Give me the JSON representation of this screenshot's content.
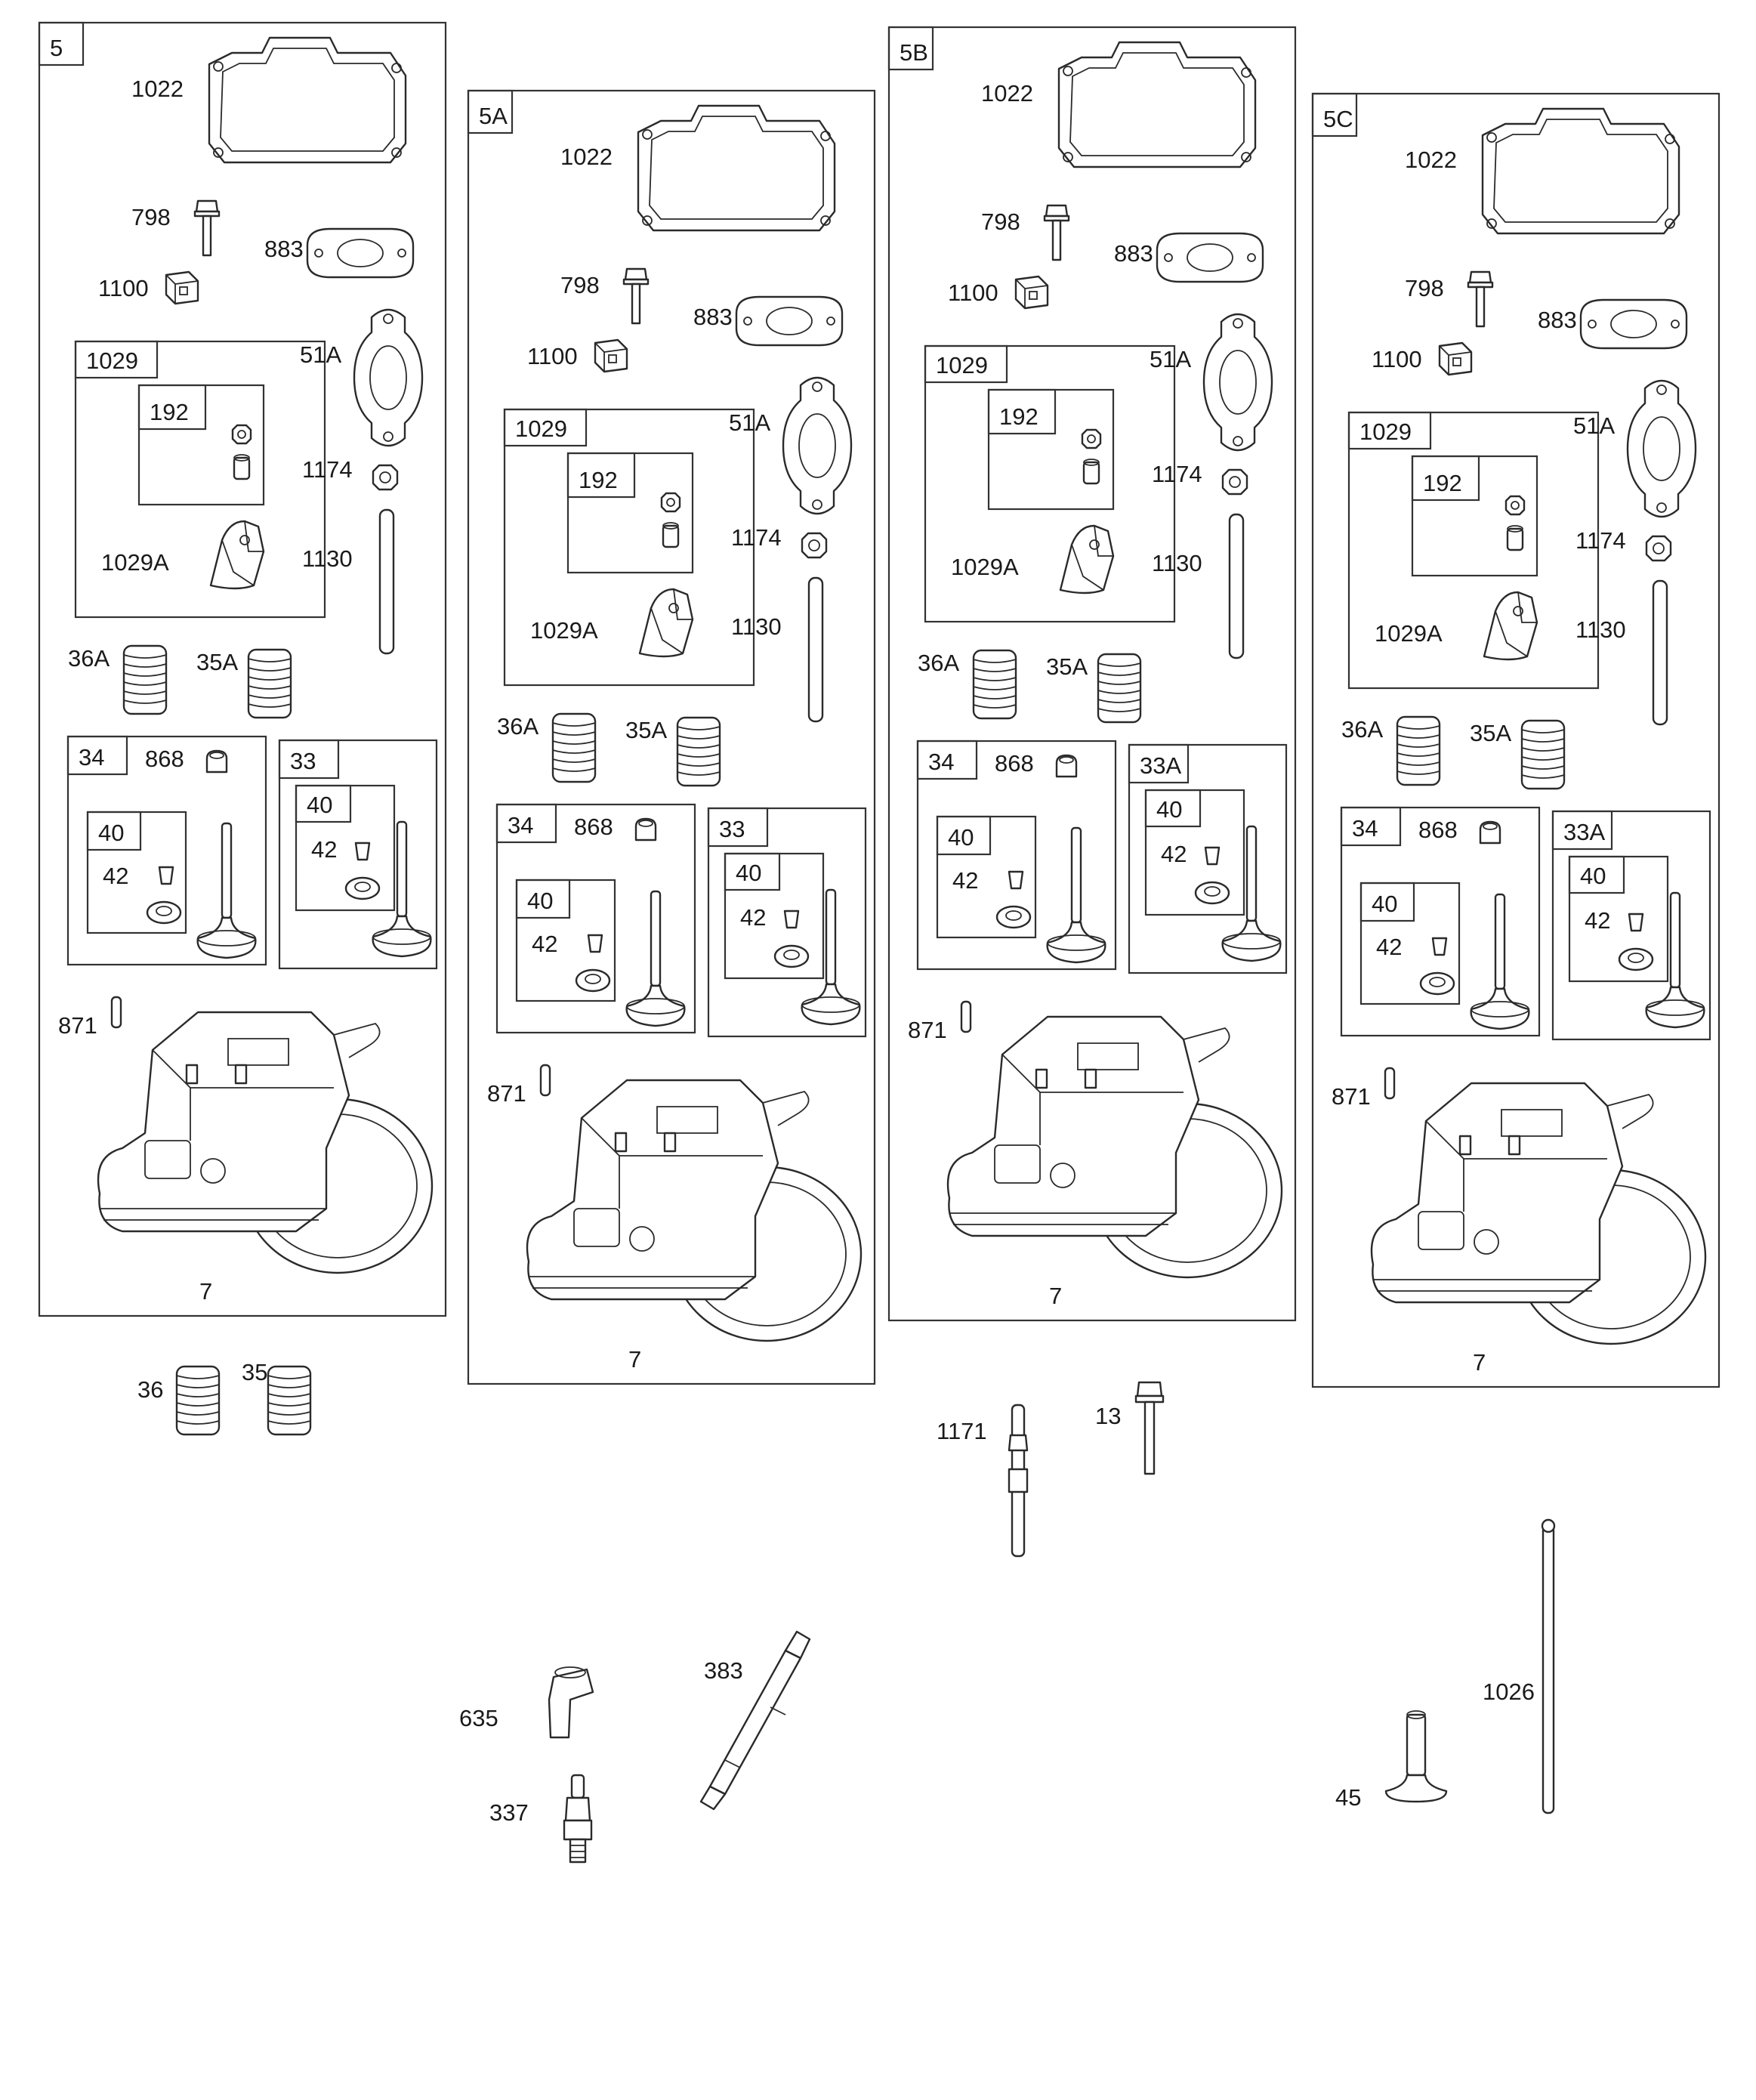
{
  "panels": [
    {
      "key": "5",
      "labels": {
        "gasket": "1022",
        "bolt": "798",
        "exhaust_gasket": "883",
        "guide": "1100",
        "rocker_kit": "1029",
        "nut_kit": "192",
        "rocker_arm": "1029A",
        "intake_gasket": "51A",
        "nut": "1174",
        "stud": "1130",
        "spring_a": "36A",
        "spring_b": "35A",
        "exhaust_valve_kit": "34",
        "seal": "868",
        "retainer_kit": "40",
        "keeper": "42",
        "intake_valve_kit": "33",
        "retainer_kit_2": "40",
        "keeper_2": "42",
        "pin": "871",
        "cylinder_head": "7"
      }
    },
    {
      "key": "5A",
      "labels": {
        "gasket": "1022",
        "bolt": "798",
        "exhaust_gasket": "883",
        "guide": "1100",
        "rocker_kit": "1029",
        "nut_kit": "192",
        "rocker_arm": "1029A",
        "intake_gasket": "51A",
        "nut": "1174",
        "stud": "1130",
        "spring_a": "36A",
        "spring_b": "35A",
        "exhaust_valve_kit": "34",
        "seal": "868",
        "retainer_kit": "40",
        "keeper": "42",
        "intake_valve_kit": "33",
        "retainer_kit_2": "40",
        "keeper_2": "42",
        "pin": "871",
        "cylinder_head": "7"
      }
    },
    {
      "key": "5B",
      "labels": {
        "gasket": "1022",
        "bolt": "798",
        "exhaust_gasket": "883",
        "guide": "1100",
        "rocker_kit": "1029",
        "nut_kit": "192",
        "rocker_arm": "1029A",
        "intake_gasket": "51A",
        "nut": "1174",
        "stud": "1130",
        "spring_a": "36A",
        "spring_b": "35A",
        "exhaust_valve_kit": "34",
        "seal": "868",
        "retainer_kit": "40",
        "keeper": "42",
        "intake_valve_kit": "33A",
        "retainer_kit_2": "40",
        "keeper_2": "42",
        "pin": "871",
        "cylinder_head": "7"
      }
    },
    {
      "key": "5C",
      "labels": {
        "gasket": "1022",
        "bolt": "798",
        "exhaust_gasket": "883",
        "guide": "1100",
        "rocker_kit": "1029",
        "nut_kit": "192",
        "rocker_arm": "1029A",
        "intake_gasket": "51A",
        "nut": "1174",
        "stud": "1130",
        "spring_a": "36A",
        "spring_b": "35A",
        "exhaust_valve_kit": "34",
        "seal": "868",
        "retainer_kit": "40",
        "keeper": "42",
        "intake_valve_kit": "33A",
        "retainer_kit_2": "40",
        "keeper_2": "42",
        "pin": "871",
        "cylinder_head": "7"
      }
    }
  ],
  "loose_parts": {
    "spring_36": "36",
    "spring_35": "35",
    "breather_tube": "1171",
    "head_bolt": "13",
    "spark_plug_boot": "635",
    "spark_plug": "337",
    "plug_wrench": "383",
    "tappet": "45",
    "push_rod": "1026"
  }
}
